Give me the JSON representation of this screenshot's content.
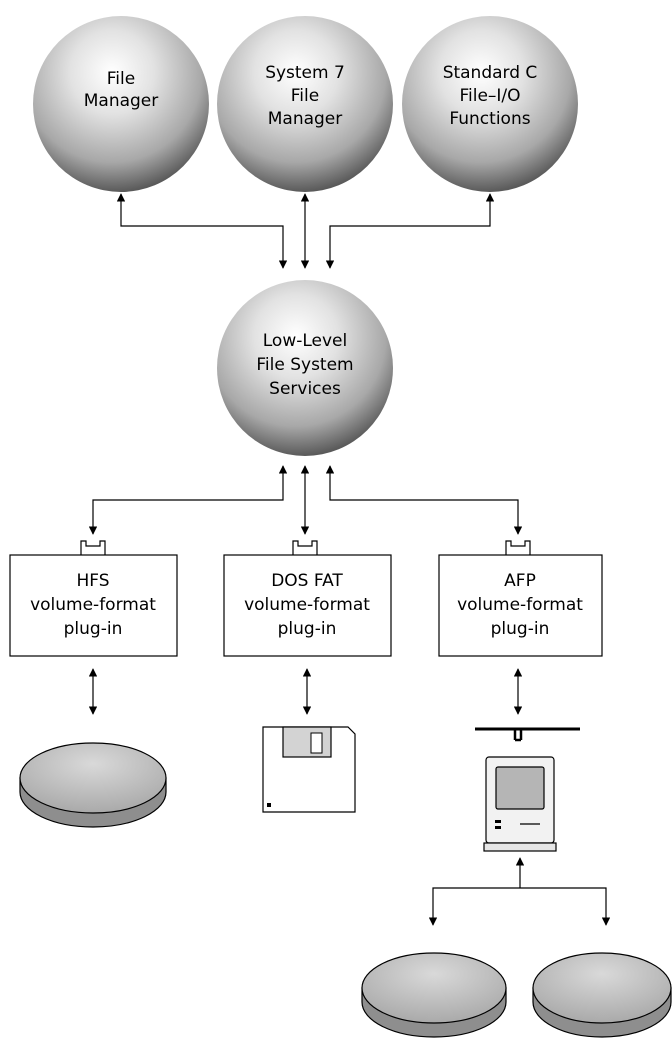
{
  "spheres": {
    "file_manager": [
      "File",
      "Manager"
    ],
    "system7_file_manager": [
      "System 7",
      "File",
      "Manager"
    ],
    "standard_c_io": [
      "Standard C",
      "File–I/O",
      "Functions"
    ],
    "low_level_services": [
      "Low-Level",
      "File System",
      "Services"
    ]
  },
  "plugins": {
    "hfs": [
      "HFS",
      "volume-format",
      "plug-in"
    ],
    "dos_fat": [
      "DOS FAT",
      "volume-format",
      "plug-in"
    ],
    "afp": [
      "AFP",
      "volume-format",
      "plug-in"
    ]
  }
}
